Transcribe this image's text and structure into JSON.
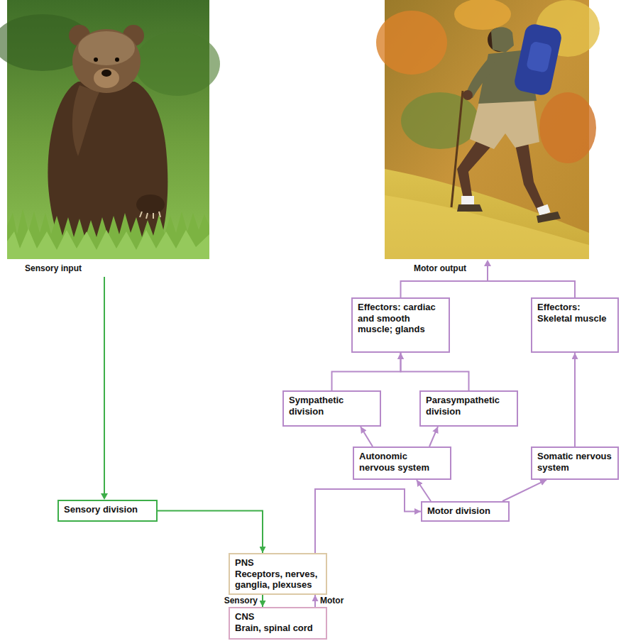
{
  "diagram": {
    "nodes": [
      {
        "text": [
          "Effectors: cardiac and smooth muscle; glands"
        ]
      },
      {
        "text": [
          "Effectors: Skeletal muscle"
        ]
      },
      {
        "text": [
          "Sympathetic division"
        ]
      },
      {
        "text": [
          "Parasympathetic division"
        ]
      },
      {
        "text": [
          "Autonomic nervous system"
        ]
      },
      {
        "text": [
          "Somatic nervous system"
        ]
      },
      {
        "text": [
          "Sensory division"
        ]
      },
      {
        "text": [
          "Motor division"
        ]
      },
      {
        "text": [
          "PNS",
          "Receptors, nerves, ganglia, plexuses"
        ]
      },
      {
        "text": [
          "CNS",
          "Brain, spinal cord"
        ]
      }
    ],
    "edges": [
      {
        "from": 6,
        "to": 8,
        "arrow": "to"
      },
      {
        "from": 8,
        "to": 9,
        "label": "Sensory",
        "arrow": "to"
      },
      {
        "from": 9,
        "to": 8,
        "label": "Motor",
        "arrow": "to"
      },
      {
        "from": 8,
        "to": 7,
        "arrow": "to"
      },
      {
        "from": 7,
        "to": 4,
        "arrow": "to"
      },
      {
        "from": 7,
        "to": 5,
        "arrow": "to"
      },
      {
        "from": 4,
        "to": 2,
        "arrow": "to"
      },
      {
        "from": 4,
        "to": 3,
        "arrow": "to"
      },
      {
        "from": 2,
        "to": 0,
        "arrow": "to"
      },
      {
        "from": 3,
        "to": 0,
        "arrow": "to"
      },
      {
        "from": 5,
        "to": 1,
        "arrow": "to"
      }
    ],
    "labels": [
      "Sensory input",
      "Motor output"
    ]
  }
}
